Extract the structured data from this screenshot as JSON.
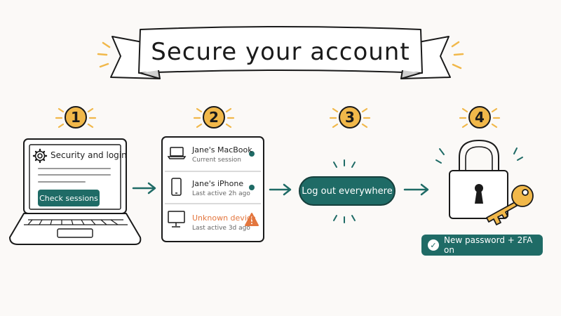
{
  "title": "Secure your account",
  "colors": {
    "teal": "#1f6b66",
    "gold": "#f1b84a",
    "warning": "#e3763e",
    "ink": "#1f1f1f",
    "background": "#fbf9f7"
  },
  "steps": [
    {
      "number": "1",
      "icon": "laptop-icon"
    },
    {
      "number": "2",
      "icon": "device-list-icon"
    },
    {
      "number": "3",
      "icon": "logout-button-icon"
    },
    {
      "number": "4",
      "icon": "lock-and-key-icon"
    }
  ],
  "laptop": {
    "settings_icon": "gear-icon",
    "heading": "Security and login",
    "button": "Check sessions"
  },
  "sessions": [
    {
      "device": "Jane's MacBook",
      "status": "Current session",
      "icon": "laptop-icon",
      "indicator": "green-dot"
    },
    {
      "device": "Jane's iPhone",
      "status": "Last active 2h ago",
      "icon": "phone-icon",
      "indicator": "green-dot"
    },
    {
      "device": "Unknown device",
      "status": "Last active 3d ago",
      "icon": "monitor-icon",
      "indicator": "warning-icon"
    }
  ],
  "logout_button": "Log out everywhere",
  "final": {
    "badge": "New password + 2FA on",
    "icon": "check-icon"
  }
}
